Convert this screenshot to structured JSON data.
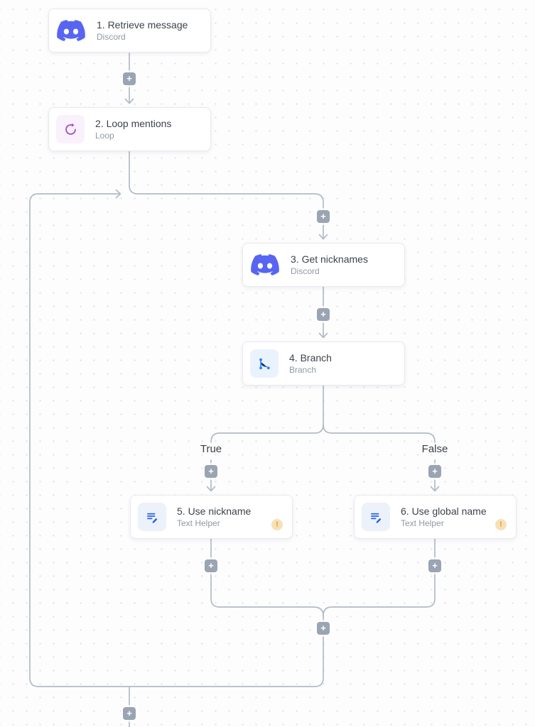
{
  "canvas": {
    "type": "workflow-builder-flow",
    "colors": {
      "background": "#fdfdfe",
      "grid_dot": "#e2e6eb",
      "connector": "#b3bbc6",
      "plus_button_bg": "#9aa4b3",
      "node_border": "#e8eaee",
      "title_text": "#3d434b",
      "subtitle_text": "#9199a3",
      "discord_brand": "#5865f2",
      "loop_icon": "#a850c4",
      "loop_icon_bg": "#f9f1fb",
      "branch_icon": "#2e7ef7",
      "branch_icon_bg": "#eaf3fd",
      "text_helper_icon": "#2563eb",
      "text_helper_icon_bg": "#edf1f9",
      "warning_bg": "#f8e0b6",
      "warning_fg": "#df9f33"
    }
  },
  "nodes": [
    {
      "title": "1. Retrieve message",
      "subtitle": "Discord",
      "icon": "discord-icon"
    },
    {
      "title": "2. Loop mentions",
      "subtitle": "Loop",
      "icon": "loop-icon"
    },
    {
      "title": "3. Get nicknames",
      "subtitle": "Discord",
      "icon": "discord-icon"
    },
    {
      "title": "4. Branch",
      "subtitle": "Branch",
      "icon": "branch-icon"
    },
    {
      "title": "5. Use nickname",
      "subtitle": "Text Helper",
      "icon": "text-helper-icon",
      "warning": "!"
    },
    {
      "title": "6. Use global name",
      "subtitle": "Text Helper",
      "icon": "text-helper-icon",
      "warning": "!"
    }
  ],
  "branch": {
    "true_label": "True",
    "false_label": "False"
  },
  "plus_label": "+"
}
